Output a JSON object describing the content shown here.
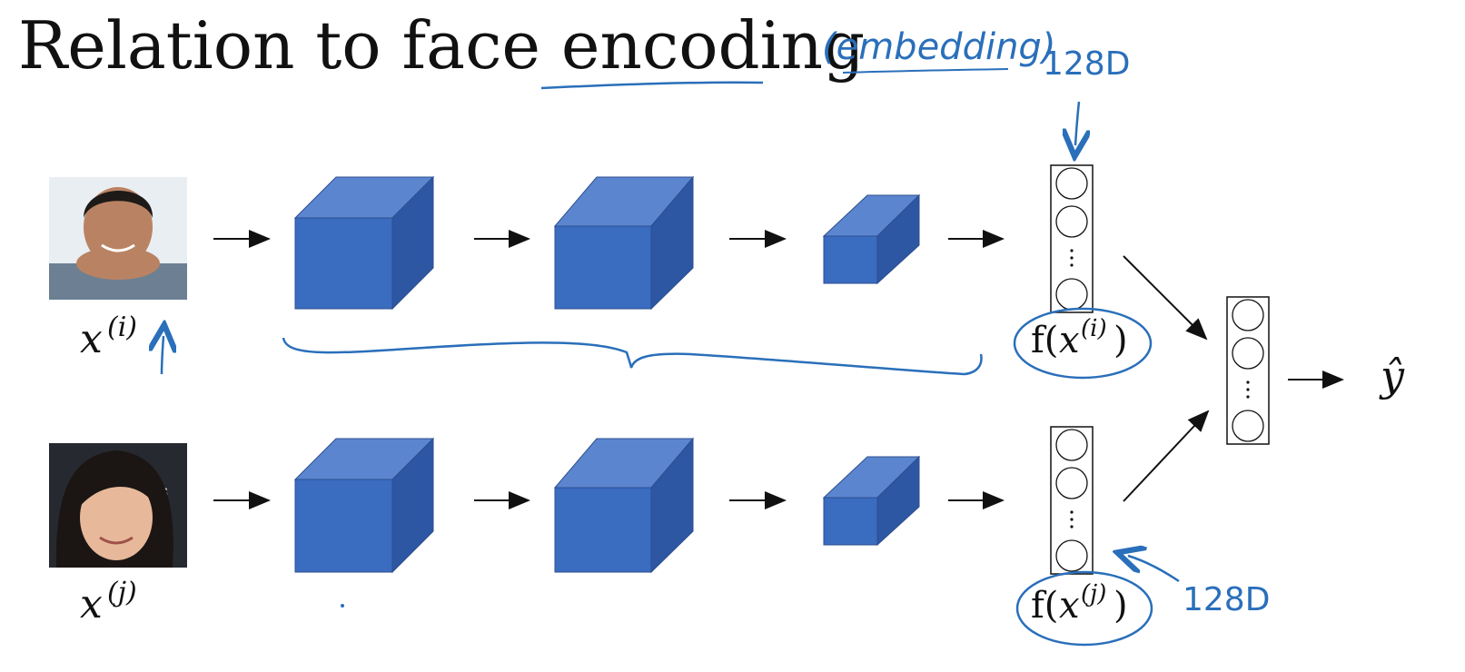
{
  "title": {
    "text": "Relation to face encoding"
  },
  "annotations": {
    "embedding": "(embedding)",
    "dim_top": "128D",
    "dim_bottom": "128D"
  },
  "inputs": [
    {
      "label_base": "x",
      "label_sup": "(i)",
      "avatar": "face-male-icon"
    },
    {
      "label_base": "x",
      "label_sup": "(j)",
      "avatar": "face-female-icon"
    }
  ],
  "encodings": [
    {
      "prefix": "f(",
      "base": "x",
      "sup": "(i)",
      "suffix": ")"
    },
    {
      "prefix": "f(",
      "base": "x",
      "sup": "(j)",
      "suffix": ")"
    }
  ],
  "output": {
    "label": "ŷ"
  },
  "colors": {
    "cube_front": "#3a6cc0",
    "cube_top": "#5b86cf",
    "cube_side": "#2d56a3",
    "ink_annotation": "#2a6fba",
    "ink_black": "#111111"
  },
  "icons": {
    "arrow": "right-arrow-icon",
    "brace": "curly-brace-icon"
  }
}
